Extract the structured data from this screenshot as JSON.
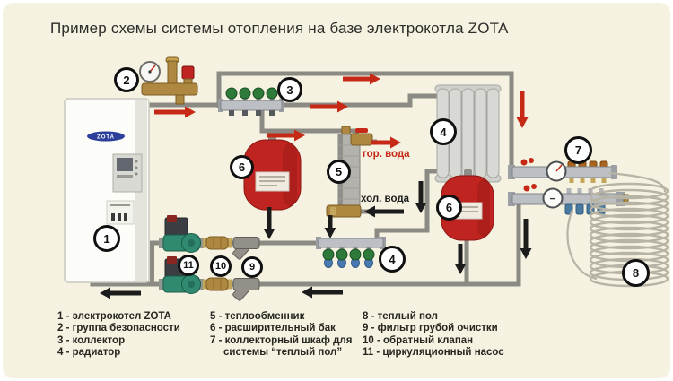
{
  "title": "Пример схемы системы отопления на базе электрокотла ZOTA",
  "labels": {
    "hot_water": "гор. вода",
    "cold_water": "хол. вода",
    "gauge_minus": "−"
  },
  "boiler": {
    "logo": "ZOTA"
  },
  "callouts": {
    "c1": "1",
    "c2": "2",
    "c3": "3",
    "c4": "4",
    "c5": "5",
    "c6": "6",
    "c7": "4",
    "c8": "6",
    "c9": "7",
    "c10": "8",
    "c11": "9",
    "c12": "10",
    "c13": "11"
  },
  "legend": {
    "col1": [
      "1 - электрокотел ZOTA",
      "2 - группа безопасности",
      "3 - коллектор",
      "4 - радиатор"
    ],
    "col2": [
      "5 - теплообменник",
      "6 - расширительный бак",
      "7 - коллекторный шкаф для системы “теплый пол”"
    ],
    "col3": [
      "8 - теплый пол",
      "9 - фильтр грубой очистки",
      "10 - обратный клапан",
      "11 - циркуляционный насос"
    ]
  },
  "colors": {
    "bg": "#f5f2e1",
    "pipe": "#8b8b84",
    "arrow-red": "#c62a17",
    "arrow-black": "#1c1c1c",
    "tank-red": "#bf2420",
    "pump-green": "#2f8a70",
    "brass": "#ae8840",
    "silver": "#bcbfc3",
    "logo-blue": "#2b3f9b"
  }
}
